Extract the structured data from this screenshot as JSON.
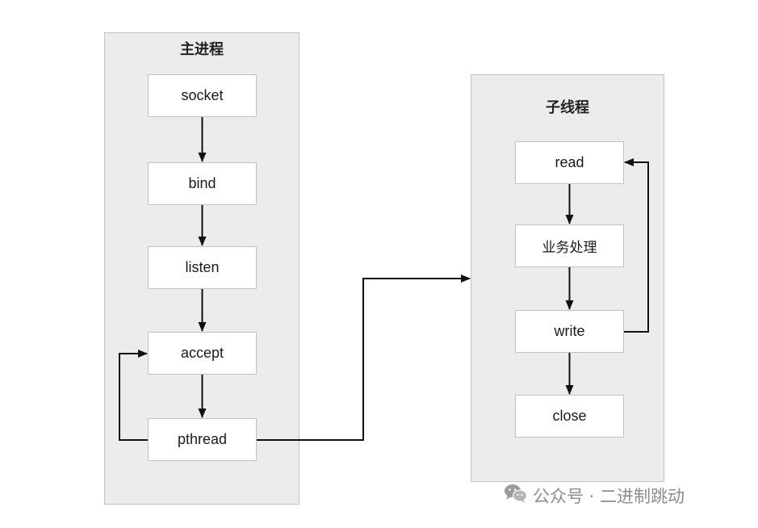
{
  "main_process": {
    "title": "主进程",
    "steps": [
      "socket",
      "bind",
      "listen",
      "accept",
      "pthread"
    ]
  },
  "child_thread": {
    "title": "子线程",
    "steps": [
      "read",
      "业务处理",
      "write",
      "close"
    ]
  },
  "watermark": {
    "text": "公众号 · 二进制跳动",
    "icon": "wechat-icon"
  },
  "colors": {
    "group_fill": "#ececec",
    "border": "#b8c4d4",
    "arrow": "#111111",
    "watermark": "#8c8c8c"
  }
}
